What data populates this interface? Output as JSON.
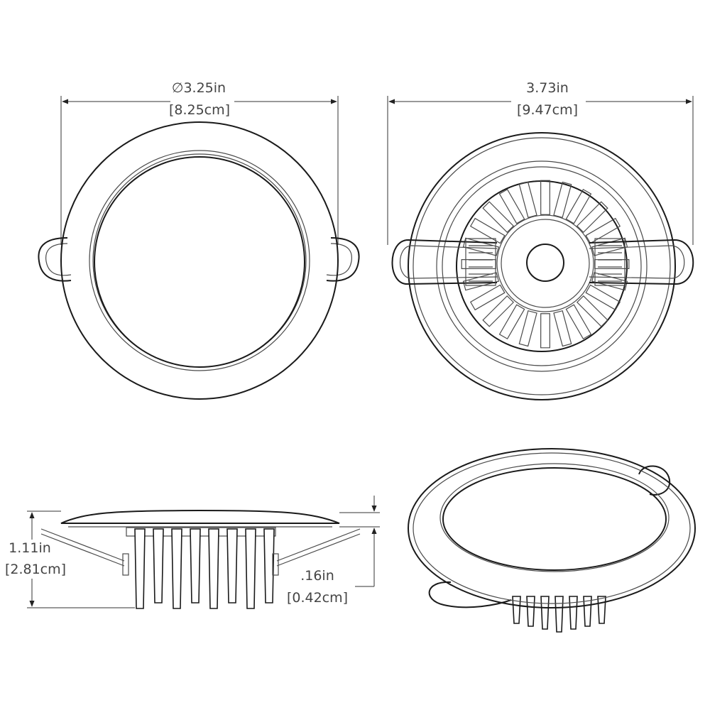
{
  "dimensions": {
    "diameter_symbol": "∅",
    "top_width_in": "3.25in",
    "top_width_cm": "[8.25cm]",
    "overall_width_in": "3.73in",
    "overall_width_cm": "[9.47cm]",
    "height_in": "1.11in",
    "height_cm": "[2.81cm]",
    "flange_in": ".16in",
    "flange_cm": "[0.42cm]"
  },
  "colors": {
    "line": "#1a1a1a",
    "label": "#444444",
    "background": "#ffffff"
  }
}
